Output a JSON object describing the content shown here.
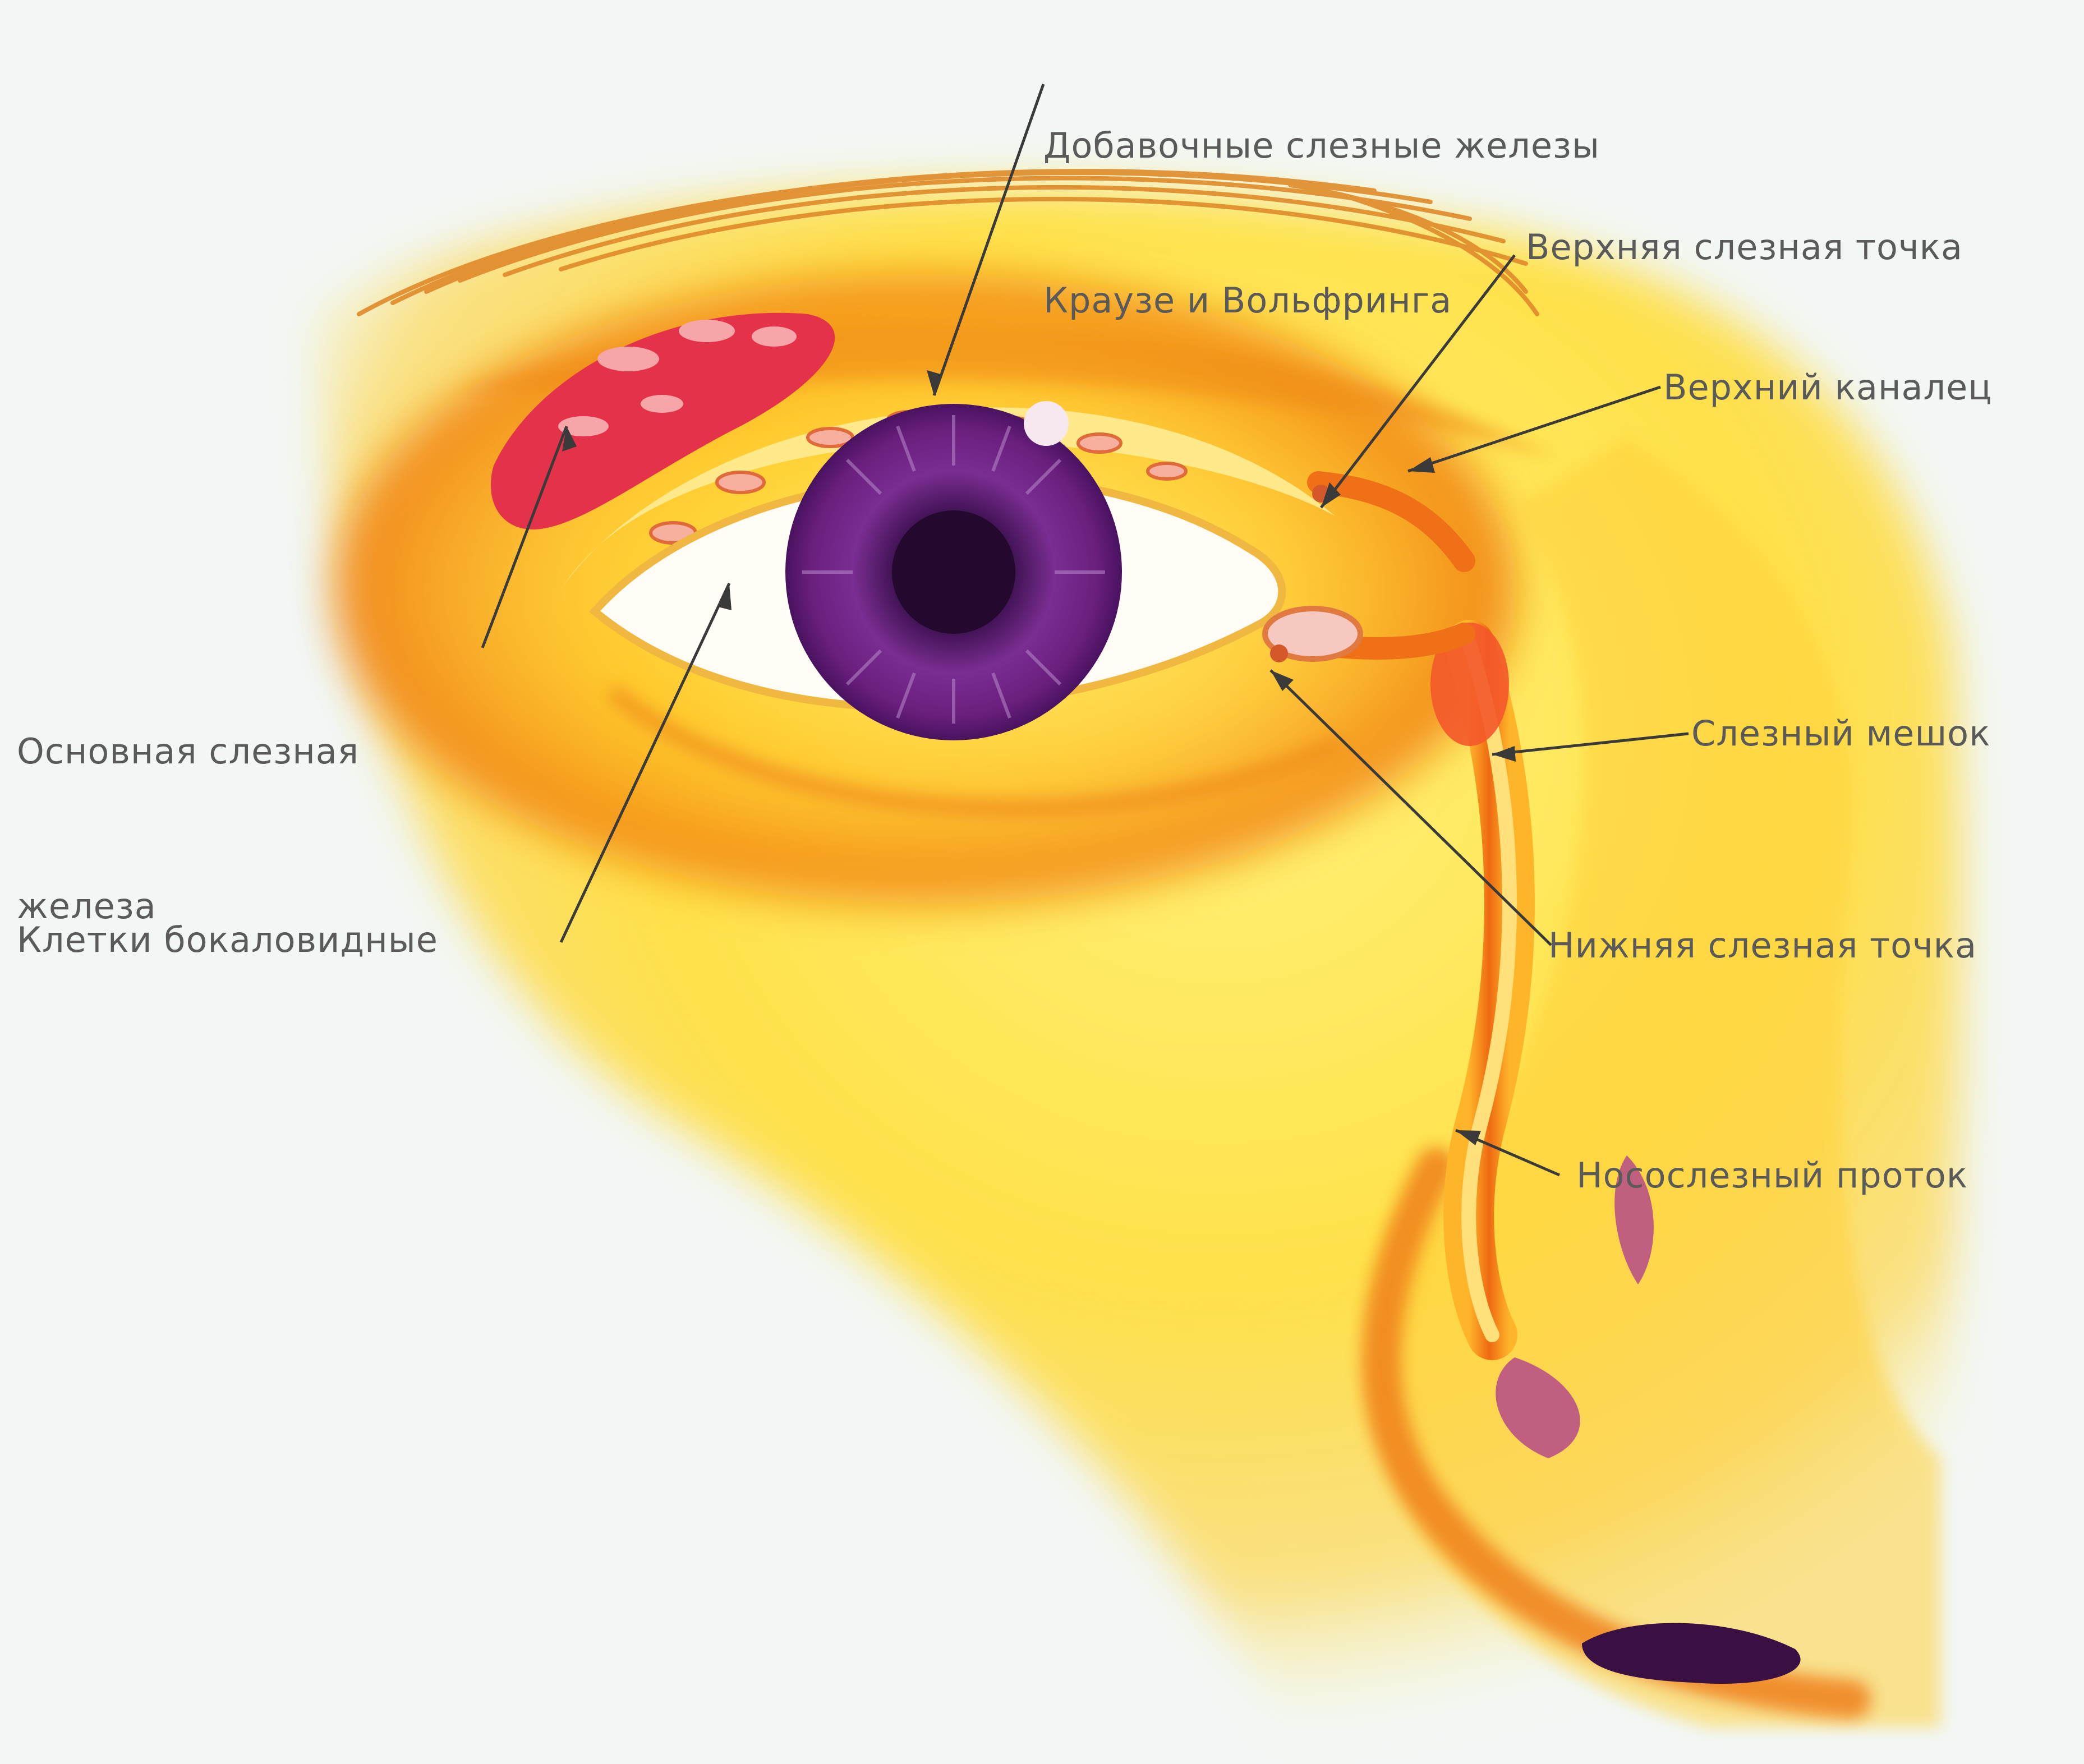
{
  "figure": {
    "subject": "Слезный аппарат глаза",
    "colors": {
      "background": "#f2f7f5",
      "skin_light": "#fff27a",
      "skin_mid": "#ffc21a",
      "skin_deep": "#ef7a12",
      "iris": "#6a1f7e",
      "gland": "#e4324a",
      "label_text": "#5a5a5a",
      "leader_line": "#3a3a3a"
    }
  },
  "labels": {
    "accessory_glands_line1": "Добавочные слезные железы",
    "accessory_glands_line2": "Краузе и Вольфринга",
    "upper_punctum": "Верхняя слезная точка",
    "upper_canaliculus": "Верхний каналец",
    "main_gland_line1": "Основная слезная",
    "main_gland_line2": "железа",
    "lacrimal_sac": "Слезный мешок",
    "goblet_cells": "Клетки бокаловидные",
    "lower_punctum": "Нижняя слезная точка",
    "nasolacrimal_duct": "Носослезный проток"
  }
}
